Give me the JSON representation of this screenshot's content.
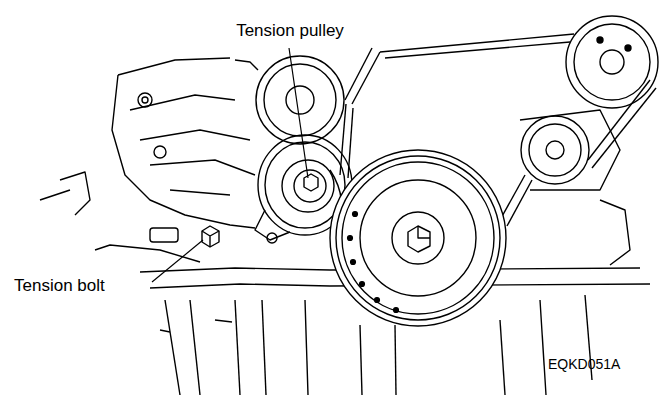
{
  "diagram": {
    "labels": [
      "Tension pulley",
      "Tension bolt",
      "EQKD051A"
    ]
  }
}
